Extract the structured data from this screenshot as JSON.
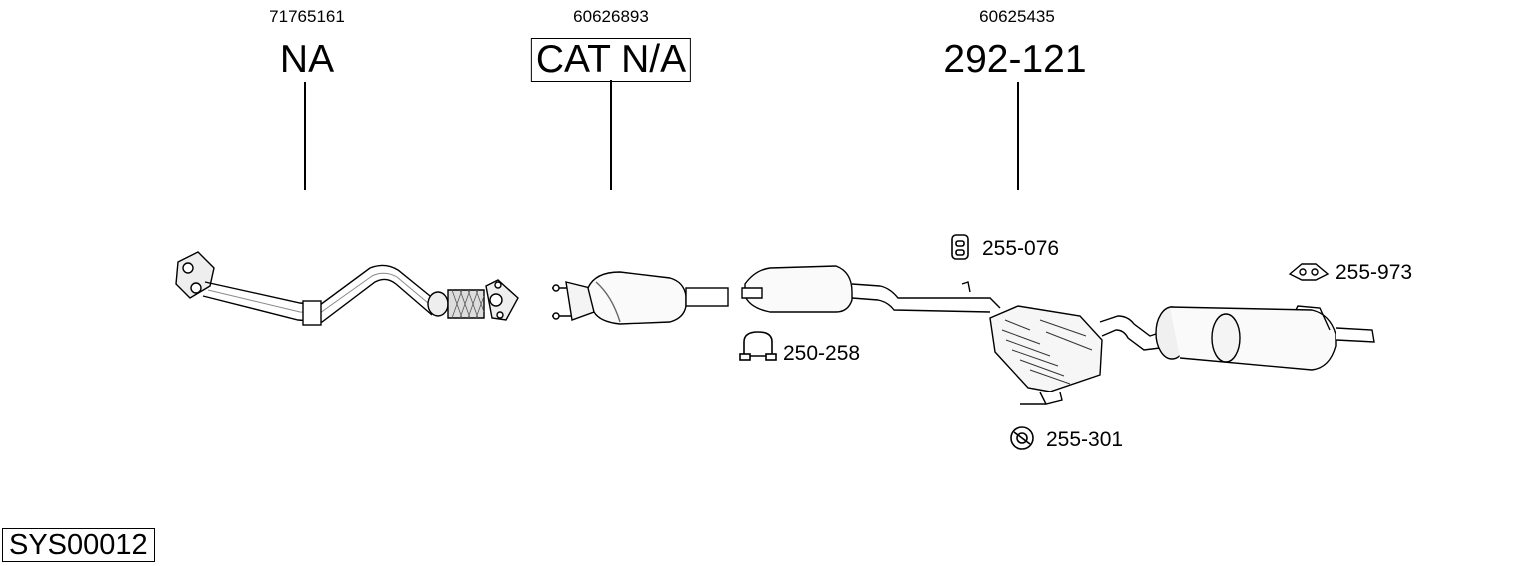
{
  "parts": [
    {
      "oem": "71765161",
      "number": "NA"
    },
    {
      "oem": "60626893",
      "number": "CAT N/A"
    },
    {
      "oem": "60625435",
      "number": "292-121"
    }
  ],
  "accessories": [
    {
      "number": "255-076",
      "icon": "rubber-hanger-icon"
    },
    {
      "number": "250-258",
      "icon": "clamp-icon"
    },
    {
      "number": "255-973",
      "icon": "mounting-strap-icon"
    },
    {
      "number": "255-301",
      "icon": "rubber-ring-icon"
    }
  ],
  "system_code": "SYS00012"
}
